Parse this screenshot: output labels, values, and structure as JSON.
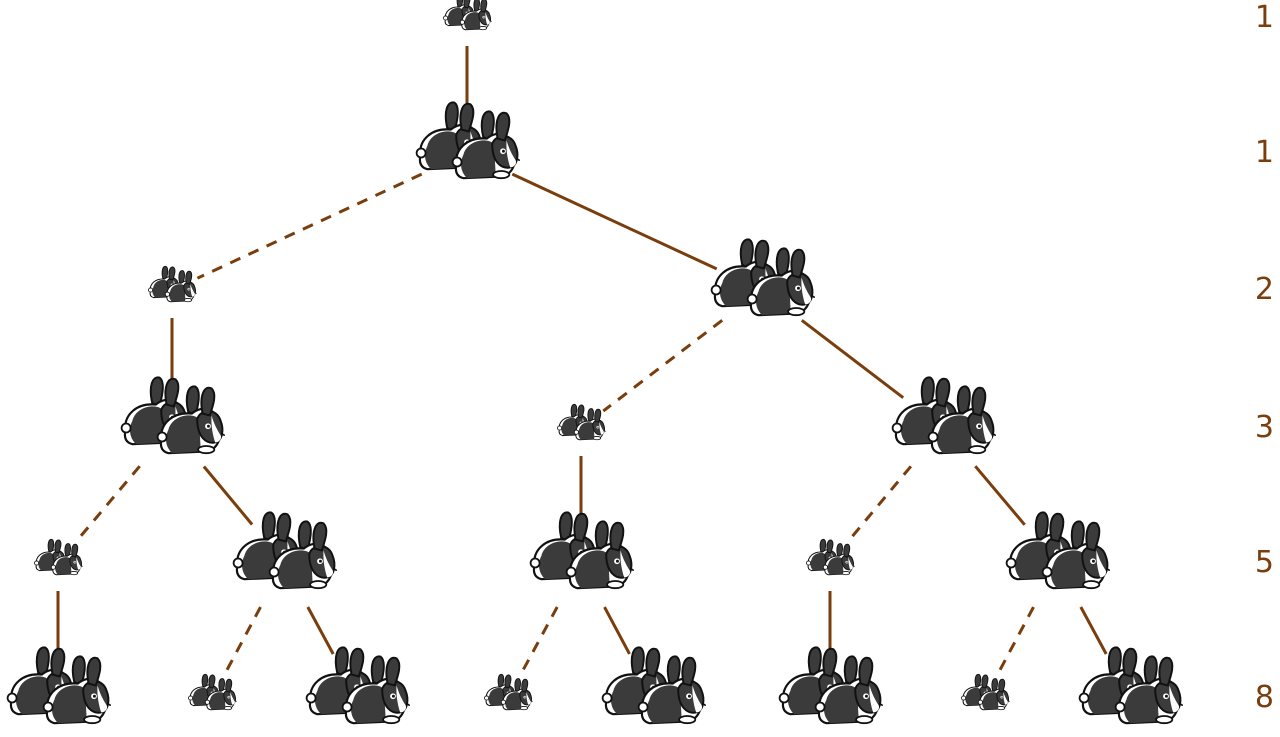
{
  "colors": {
    "line": "#7a3d0c",
    "label": "#7a3d0c",
    "rabbit_dark": "#3b3b3b",
    "rabbit_white": "#ffffff",
    "rabbit_outline": "#111111"
  },
  "icons": {
    "young_pair": "rabbit-pair-young-icon",
    "adult_pair": "rabbit-pair-adult-icon"
  },
  "generations": [
    {
      "count": "1",
      "pairs": [
        "young"
      ]
    },
    {
      "count": "1",
      "pairs": [
        "adult"
      ]
    },
    {
      "count": "2",
      "pairs": [
        "young",
        "adult"
      ]
    },
    {
      "count": "3",
      "pairs": [
        "adult",
        "young",
        "adult"
      ]
    },
    {
      "count": "5",
      "pairs": [
        "young",
        "adult",
        "adult",
        "young",
        "adult"
      ]
    },
    {
      "count": "8",
      "pairs": [
        "adult",
        "young",
        "adult",
        "young",
        "adult",
        "adult",
        "young",
        "adult"
      ]
    }
  ],
  "links": [
    {
      "from": [
        0,
        0
      ],
      "to": [
        1,
        0
      ],
      "kind": "ages"
    },
    {
      "from": [
        1,
        0
      ],
      "to": [
        2,
        0
      ],
      "kind": "offspring"
    },
    {
      "from": [
        1,
        0
      ],
      "to": [
        2,
        1
      ],
      "kind": "ages"
    },
    {
      "from": [
        2,
        0
      ],
      "to": [
        3,
        0
      ],
      "kind": "ages"
    },
    {
      "from": [
        2,
        1
      ],
      "to": [
        3,
        1
      ],
      "kind": "offspring"
    },
    {
      "from": [
        2,
        1
      ],
      "to": [
        3,
        2
      ],
      "kind": "ages"
    },
    {
      "from": [
        3,
        0
      ],
      "to": [
        4,
        0
      ],
      "kind": "offspring"
    },
    {
      "from": [
        3,
        0
      ],
      "to": [
        4,
        1
      ],
      "kind": "ages"
    },
    {
      "from": [
        3,
        1
      ],
      "to": [
        4,
        2
      ],
      "kind": "ages"
    },
    {
      "from": [
        3,
        2
      ],
      "to": [
        4,
        3
      ],
      "kind": "offspring"
    },
    {
      "from": [
        3,
        2
      ],
      "to": [
        4,
        4
      ],
      "kind": "ages"
    },
    {
      "from": [
        4,
        0
      ],
      "to": [
        5,
        0
      ],
      "kind": "ages"
    },
    {
      "from": [
        4,
        1
      ],
      "to": [
        5,
        1
      ],
      "kind": "offspring"
    },
    {
      "from": [
        4,
        1
      ],
      "to": [
        5,
        2
      ],
      "kind": "ages"
    },
    {
      "from": [
        4,
        2
      ],
      "to": [
        5,
        3
      ],
      "kind": "offspring"
    },
    {
      "from": [
        4,
        2
      ],
      "to": [
        5,
        4
      ],
      "kind": "ages"
    },
    {
      "from": [
        4,
        3
      ],
      "to": [
        5,
        5
      ],
      "kind": "ages"
    },
    {
      "from": [
        4,
        4
      ],
      "to": [
        5,
        6
      ],
      "kind": "offspring"
    },
    {
      "from": [
        4,
        4
      ],
      "to": [
        5,
        7
      ],
      "kind": "ages"
    }
  ]
}
